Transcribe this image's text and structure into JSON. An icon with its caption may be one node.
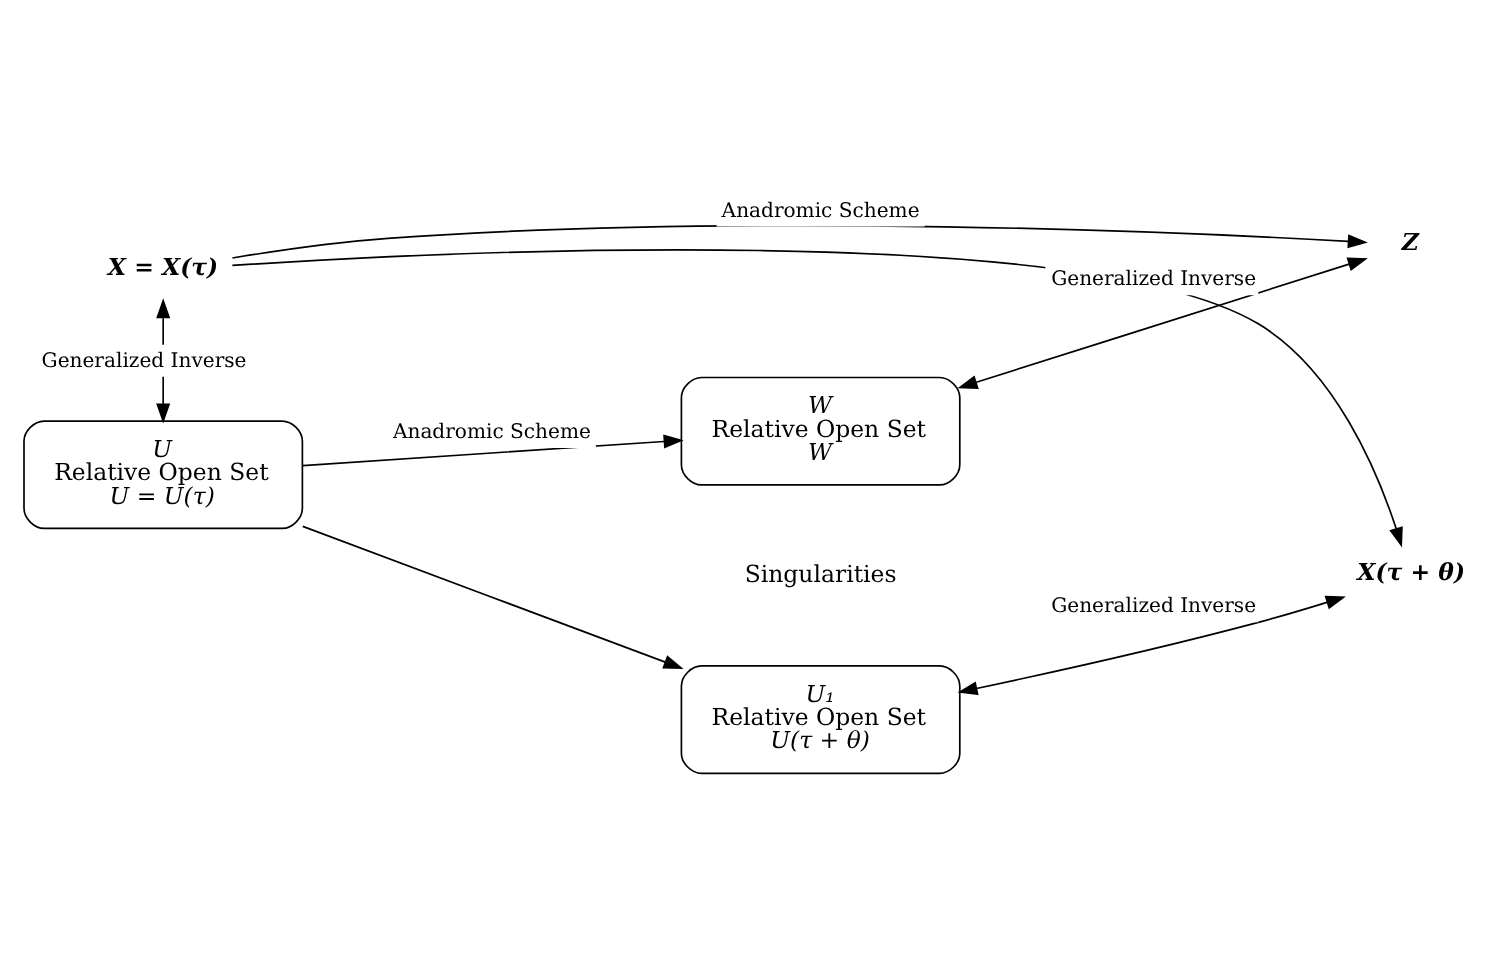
{
  "diagram": {
    "nodes": [
      {
        "text": [
          "X = X(τ)"
        ]
      },
      {
        "text": [
          "Z"
        ]
      },
      {
        "text": [
          "X(τ + θ)"
        ]
      },
      {
        "text": [
          "U",
          "Relative Open Set",
          "U = U(τ)"
        ]
      },
      {
        "text": [
          "U₁",
          "Relative Open Set",
          "U(τ + θ)"
        ]
      },
      {
        "text": [
          "W",
          "Relative Open Set",
          "W"
        ]
      }
    ],
    "edges": [
      {
        "from": 0,
        "to": 1,
        "arrow": "to",
        "label": "Anadromic Scheme"
      },
      {
        "from": 0,
        "to": 2,
        "arrow": "to"
      },
      {
        "from": 0,
        "to": 3,
        "arrow": "both",
        "label": "Generalized Inverse"
      },
      {
        "from": 3,
        "to": 4,
        "arrow": "to"
      },
      {
        "from": 3,
        "to": 5,
        "arrow": "to",
        "label": "Anadromic Scheme"
      },
      {
        "from": 4,
        "to": 2,
        "arrow": "both",
        "label": "Generalized Inverse"
      },
      {
        "from": 5,
        "to": 1,
        "arrow": "both",
        "label": "Generalized Inverse"
      }
    ],
    "labels": [
      "Singularities"
    ]
  }
}
